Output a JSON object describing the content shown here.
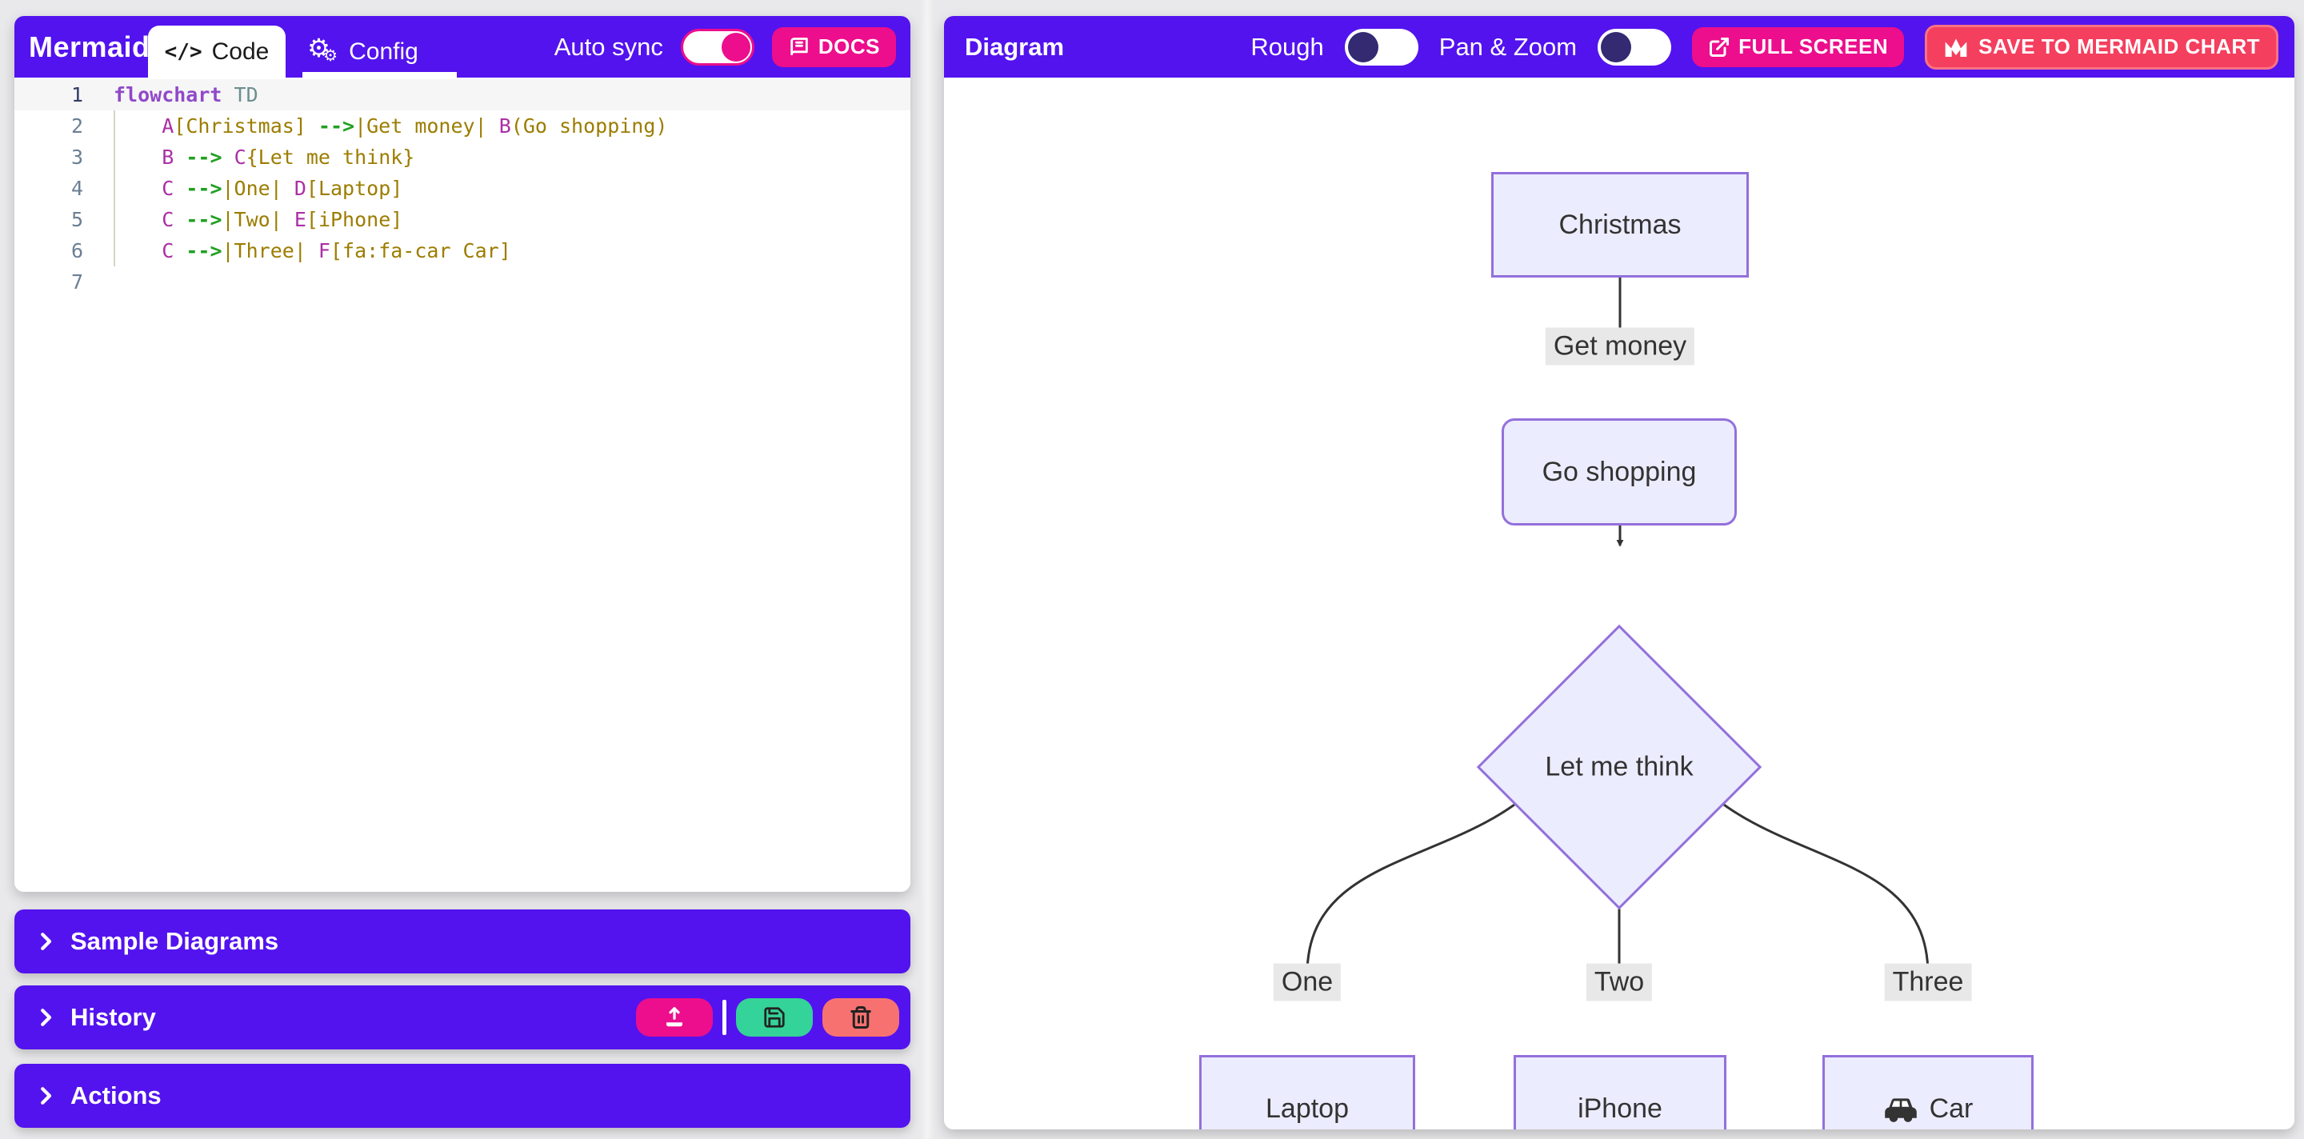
{
  "app_header": {
    "logo": "Mermaid",
    "code_tab": {
      "icon": "</>",
      "label": "Code"
    },
    "config_tab": {
      "icon": "⚙",
      "label": "Config"
    },
    "auto_sync_label": "Auto sync",
    "auto_sync_state": "on",
    "docs_label": "DOCS"
  },
  "editor": {
    "lines": [
      {
        "n": "1",
        "active": true,
        "tokens": [
          {
            "t": "flowchart",
            "c": "kw"
          },
          {
            "t": " ",
            "c": "pl"
          },
          {
            "t": "TD",
            "c": "dir"
          }
        ]
      },
      {
        "n": "2",
        "tokens": [
          {
            "t": "    ",
            "c": "pl"
          },
          {
            "t": "A",
            "c": "id"
          },
          {
            "t": "[Christmas]",
            "c": "str"
          },
          {
            "t": " ",
            "c": "pl"
          },
          {
            "t": "-->",
            "c": "arr"
          },
          {
            "t": "|Get money|",
            "c": "str"
          },
          {
            "t": " ",
            "c": "pl"
          },
          {
            "t": "B",
            "c": "id"
          },
          {
            "t": "(Go shopping)",
            "c": "str"
          }
        ]
      },
      {
        "n": "3",
        "tokens": [
          {
            "t": "    ",
            "c": "pl"
          },
          {
            "t": "B",
            "c": "id"
          },
          {
            "t": " ",
            "c": "pl"
          },
          {
            "t": "-->",
            "c": "arr"
          },
          {
            "t": " ",
            "c": "pl"
          },
          {
            "t": "C",
            "c": "id"
          },
          {
            "t": "{Let me think}",
            "c": "str"
          }
        ]
      },
      {
        "n": "4",
        "tokens": [
          {
            "t": "    ",
            "c": "pl"
          },
          {
            "t": "C",
            "c": "id"
          },
          {
            "t": " ",
            "c": "pl"
          },
          {
            "t": "-->",
            "c": "arr"
          },
          {
            "t": "|One|",
            "c": "str"
          },
          {
            "t": " ",
            "c": "pl"
          },
          {
            "t": "D",
            "c": "id"
          },
          {
            "t": "[Laptop]",
            "c": "str"
          }
        ]
      },
      {
        "n": "5",
        "tokens": [
          {
            "t": "    ",
            "c": "pl"
          },
          {
            "t": "C",
            "c": "id"
          },
          {
            "t": " ",
            "c": "pl"
          },
          {
            "t": "-->",
            "c": "arr"
          },
          {
            "t": "|Two|",
            "c": "str"
          },
          {
            "t": " ",
            "c": "pl"
          },
          {
            "t": "E",
            "c": "id"
          },
          {
            "t": "[iPhone]",
            "c": "str"
          }
        ]
      },
      {
        "n": "6",
        "tokens": [
          {
            "t": "    ",
            "c": "pl"
          },
          {
            "t": "C",
            "c": "id"
          },
          {
            "t": " ",
            "c": "pl"
          },
          {
            "t": "-->",
            "c": "arr"
          },
          {
            "t": "|Three|",
            "c": "str"
          },
          {
            "t": " ",
            "c": "pl"
          },
          {
            "t": "F",
            "c": "id"
          },
          {
            "t": "[fa:fa-car Car]",
            "c": "str"
          }
        ]
      },
      {
        "n": "7",
        "tokens": []
      }
    ]
  },
  "sections": {
    "samples_label": "Sample Diagrams",
    "history_label": "History",
    "actions_label": "Actions"
  },
  "diagram_panel": {
    "title": "Diagram",
    "rough_label": "Rough",
    "rough_state": "off",
    "panzoom_label": "Pan & Zoom",
    "panzoom_state": "off",
    "fullscreen_label": "FULL SCREEN",
    "save_label": "SAVE TO MERMAID CHART"
  },
  "flowchart": {
    "direction": "TD",
    "nodes": {
      "a": {
        "id": "A",
        "shape": "rect",
        "label": "Christmas"
      },
      "b": {
        "id": "B",
        "shape": "round",
        "label": "Go shopping"
      },
      "c": {
        "id": "C",
        "shape": "diamond",
        "label": "Let me think"
      },
      "d": {
        "id": "D",
        "shape": "rect",
        "label": "Laptop"
      },
      "e": {
        "id": "E",
        "shape": "rect",
        "label": "iPhone"
      },
      "f": {
        "id": "F",
        "shape": "rect",
        "label": "Car",
        "icon": "fa-car"
      }
    },
    "edge_labels": {
      "ab": "Get money",
      "cd": "One",
      "ce": "Two",
      "cf": "Three"
    }
  },
  "colors": {
    "header_purple": "#5313ee",
    "magenta": "#ec0e8c",
    "save_rose": "#f43f5e",
    "save_border": "#fb7185",
    "green": "#34d399",
    "salmon": "#f87171",
    "toggle_knob_off": "#332a72",
    "node_fill": "#ECECFF",
    "node_border": "#9370DB",
    "edge_label_bg": "#e8e8e8",
    "edge_stroke": "#333333"
  }
}
